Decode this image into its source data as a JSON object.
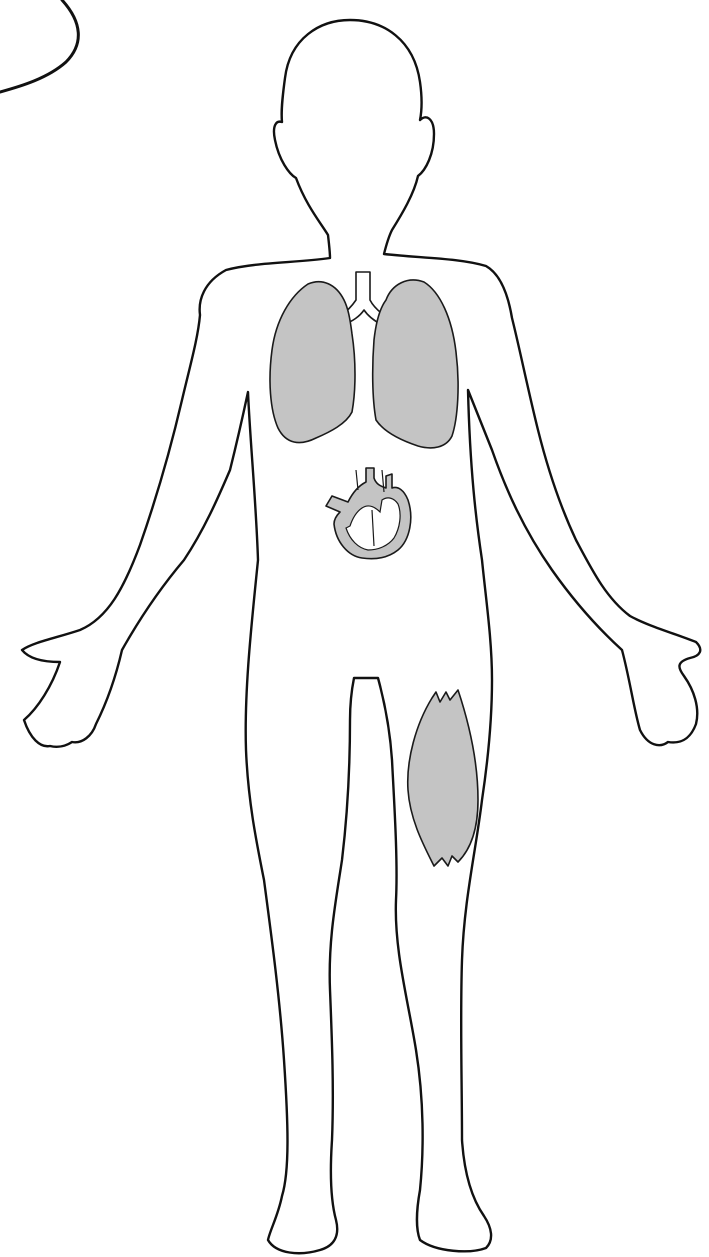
{
  "diagram": {
    "subject": "child-body-outline",
    "colors": {
      "outline": "#111111",
      "organ_fill": "#c4c4c4",
      "background": "#ffffff"
    },
    "organs": [
      {
        "id": "left-lung",
        "icon": "lung-icon"
      },
      {
        "id": "right-lung",
        "icon": "lung-icon"
      },
      {
        "id": "trachea",
        "icon": "trachea-icon"
      },
      {
        "id": "heart",
        "icon": "heart-icon"
      },
      {
        "id": "thigh-muscle",
        "icon": "muscle-icon"
      }
    ]
  }
}
